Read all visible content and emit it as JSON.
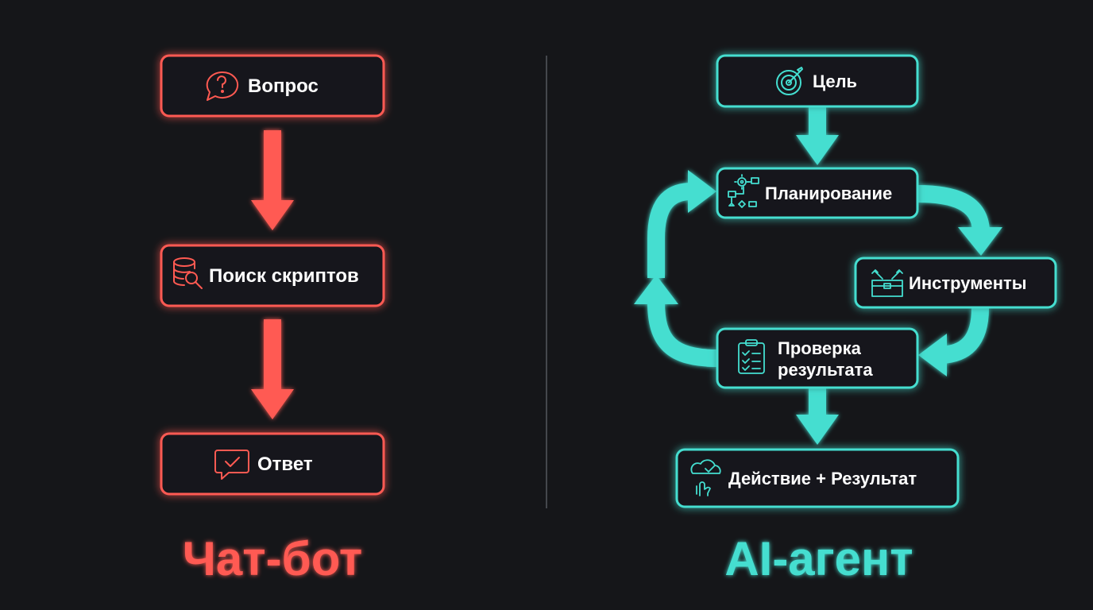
{
  "colors": {
    "background": "#151619",
    "chatbot_accent": "#ff5a52",
    "agent_accent": "#44ded0",
    "divider": "#44474d",
    "text": "#ffffff"
  },
  "chatbot": {
    "title": "Чат-бот",
    "nodes": {
      "question": {
        "label": "Вопрос",
        "icon": "question-bubble-icon"
      },
      "search": {
        "label": "Поиск скриптов",
        "icon": "database-search-icon"
      },
      "answer": {
        "label": "Ответ",
        "icon": "check-bubble-icon"
      }
    }
  },
  "agent": {
    "title": "AI-агент",
    "nodes": {
      "goal": {
        "label": "Цель",
        "icon": "target-icon"
      },
      "planning": {
        "label": "Планирование",
        "icon": "flowchart-gear-icon"
      },
      "tools": {
        "label": "Инструменты",
        "icon": "toolbox-icon"
      },
      "verification": {
        "label_line1": "Проверка",
        "label_line2": "результата",
        "icon": "clipboard-checklist-icon"
      },
      "action": {
        "label": "Действие + Результат",
        "icon": "hand-cloud-check-icon"
      }
    }
  }
}
